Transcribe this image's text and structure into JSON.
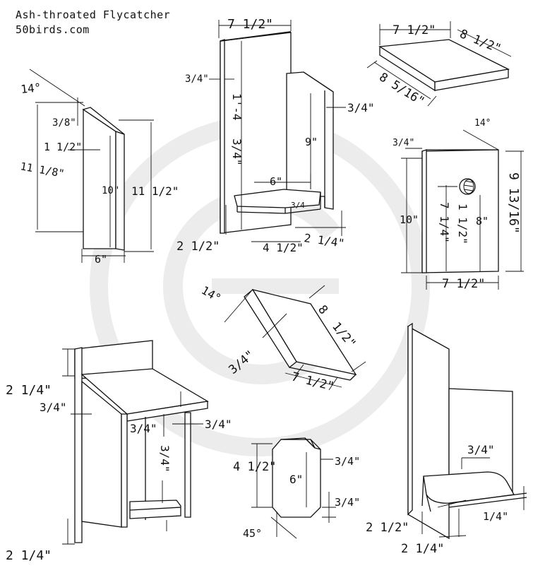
{
  "header": {
    "title": "Ash-throated Flycatcher",
    "site": "50birds.com"
  },
  "labels": {
    "side_angle": "14°",
    "side_top_drop": "3/8\"",
    "side_offset": "1 1/2\"",
    "side_total_back": "11 1/8\"",
    "side_inner": "10\"",
    "side_total_front": "11 1/2\"",
    "side_width": "6\"",
    "back_width": "7 1/2\"",
    "back_thickness": "3/4\"",
    "back_height_a": "1'-4",
    "back_height_b": "3/4\"",
    "front_thickness": "3/4\"",
    "front_height": "9\"",
    "floor_width": "6\"",
    "floor_thickness": "3/4",
    "floor_bottom_left": "2 1/2\"",
    "floor_depth": "4 1/2\"",
    "floor_bottom_right": "2 1/4\"",
    "roof_w": "7 1/2\"",
    "roof_d": "8 1/2\"",
    "roof_len": "8 5/16\"",
    "front_top_angle": "14°",
    "front_thk": "3/4\"",
    "front_full": "9 13/16\"",
    "front_left": "10\"",
    "front_hole_a": "7 1/4\"",
    "front_hole_b": "1 1/2\"",
    "front_mid": "8\"",
    "front_w": "7 1/2\"",
    "roof2_angle": "14°",
    "roof2_thk": "3/4\"",
    "roof2_w": "7 1/2\"",
    "roof2_d1": "8",
    "roof2_d2": "1/2\"",
    "asm_top": "2 1/4\"",
    "asm_thk": "3/4\"",
    "asm_roof_thk": "3/4\"",
    "asm_front_thk": "3/4\"",
    "asm_gap": "3/4\"",
    "asm_bottom": "2 1/4\"",
    "floor_h": "4 1/2\"",
    "floor_len": "6\"",
    "floor_thk": "3/4\"",
    "floor_thk2": "3/4\"",
    "floor_angle": "45°",
    "iso_thk": "3/4\"",
    "iso_bottom_a": "2 1/2\"",
    "iso_bottom_b": "2 1/4\"",
    "iso_side": "1/4\""
  }
}
